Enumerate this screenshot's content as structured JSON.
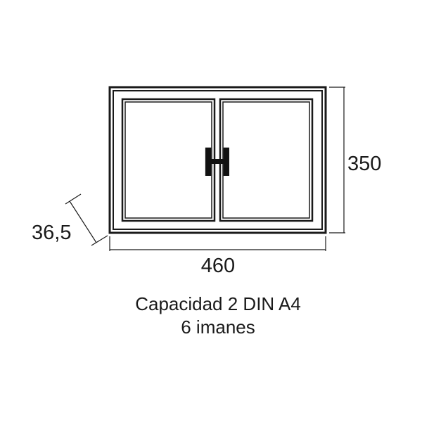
{
  "diagram": {
    "center_letter": "H",
    "dimensions": {
      "height": "350",
      "width": "460",
      "depth": "36,5"
    },
    "caption": {
      "line1": "Capacidad 2 DIN A4",
      "line2": "6 imanes"
    },
    "colors": {
      "line": "#1a1a1a",
      "background": "#ffffff"
    }
  }
}
